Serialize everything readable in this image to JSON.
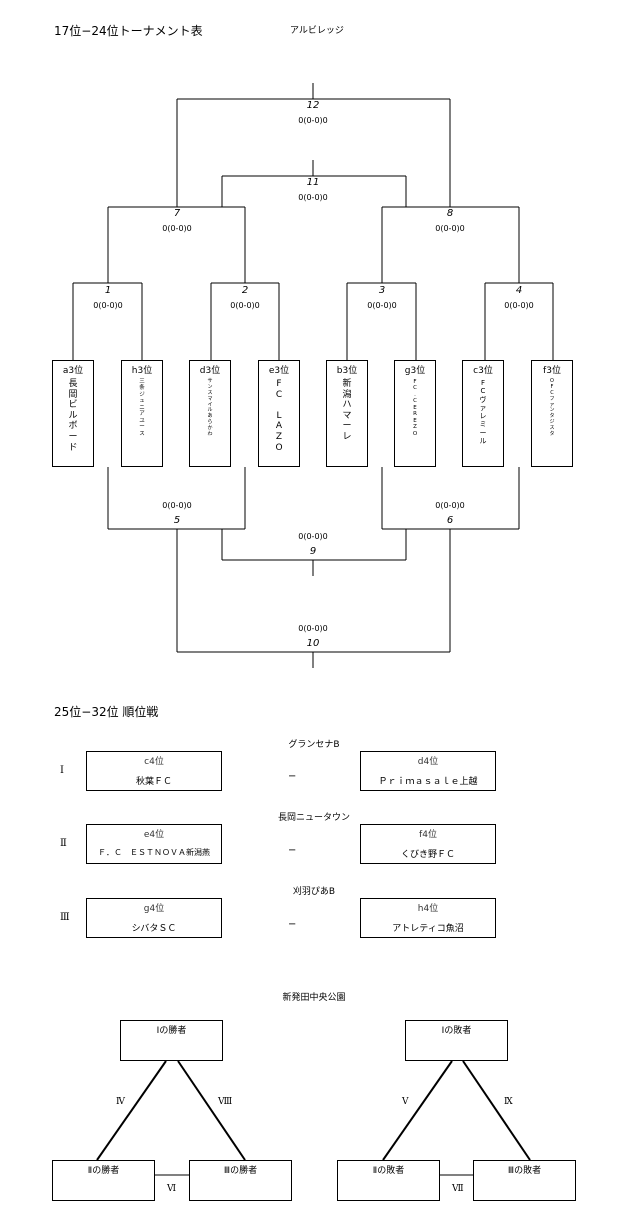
{
  "header": {
    "title": "17位−24位トーナメント表",
    "venue": "アルビレッジ"
  },
  "bracket": {
    "teams": [
      {
        "seed": "a3位",
        "name": "長\n岡\nビ\nル\nボ\nー\nド"
      },
      {
        "seed": "h3位",
        "name": "三\n条\nジ\nュ\nニ\nア\nユ\nー\nス"
      },
      {
        "seed": "d3位",
        "name": "サ\nン\nス\nマ\nイ\nル\nあ\nら\nか\nわ"
      },
      {
        "seed": "e3位",
        "name": "F\nC\n \nL\nA\nZ\nO"
      },
      {
        "seed": "b3位",
        "name": "新\n潟\nハ\nマ\nー\nレ"
      },
      {
        "seed": "g3位",
        "name": "F\nC\n.\nC\nE\nR\nE\nZ\nO"
      },
      {
        "seed": "c3位",
        "name": "F\nC\nヴ\nァ\nレ\nミ\nー\nル"
      },
      {
        "seed": "f3位",
        "name": "O\nF\nC\nフ\nァ\nン\nタ\nジ\nス\nタ"
      }
    ],
    "matches": [
      {
        "num": "12",
        "score": "0(0-0)0"
      },
      {
        "num": "11",
        "score": "0(0-0)0"
      },
      {
        "num": "7",
        "score": "0(0-0)0"
      },
      {
        "num": "8",
        "score": "0(0-0)0"
      },
      {
        "num": "1",
        "score": "0(0-0)0"
      },
      {
        "num": "2",
        "score": "0(0-0)0"
      },
      {
        "num": "3",
        "score": "0(0-0)0"
      },
      {
        "num": "4",
        "score": "0(0-0)0"
      },
      {
        "num": "5",
        "score": "0(0-0)0"
      },
      {
        "num": "6",
        "score": "0(0-0)0"
      },
      {
        "num": "9",
        "score": "0(0-0)0"
      },
      {
        "num": "10",
        "score": "0(0-0)0"
      }
    ]
  },
  "ranking": {
    "title": "25位−32位  順位戦",
    "dash": "−",
    "rows": [
      {
        "venue": "グランセナB",
        "roman": "Ⅰ",
        "left_seed": "c4位",
        "left_name": "秋葉ＦＣ",
        "right_seed": "d4位",
        "right_name": "Ｐｒｉｍａｓａｌｅ上越"
      },
      {
        "venue": "長岡ニュータウン",
        "roman": "Ⅱ",
        "left_seed": "e4位",
        "left_name": "Ｆ．Ｃ　ＥＳＴＮＯＶＡ新潟燕",
        "right_seed": "f4位",
        "right_name": "くびき野ＦＣ"
      },
      {
        "venue": "刈羽ぴあB",
        "roman": "Ⅲ",
        "left_seed": "g4位",
        "left_name": "シバタＳＣ",
        "right_seed": "h4位",
        "right_name": "アトレティコ魚沼"
      }
    ]
  },
  "league": {
    "venue": "新発田中央公園",
    "winners": {
      "top": "Ⅰの勝者",
      "left": "Ⅱの勝者",
      "right": "Ⅲの勝者",
      "edge_left": "Ⅳ",
      "edge_right": "Ⅷ",
      "edge_bottom": "Ⅵ"
    },
    "losers": {
      "top": "Ⅰの敗者",
      "left": "Ⅱの敗者",
      "right": "Ⅲの敗者",
      "edge_left": "Ⅴ",
      "edge_right": "Ⅸ",
      "edge_bottom": "Ⅶ"
    }
  }
}
